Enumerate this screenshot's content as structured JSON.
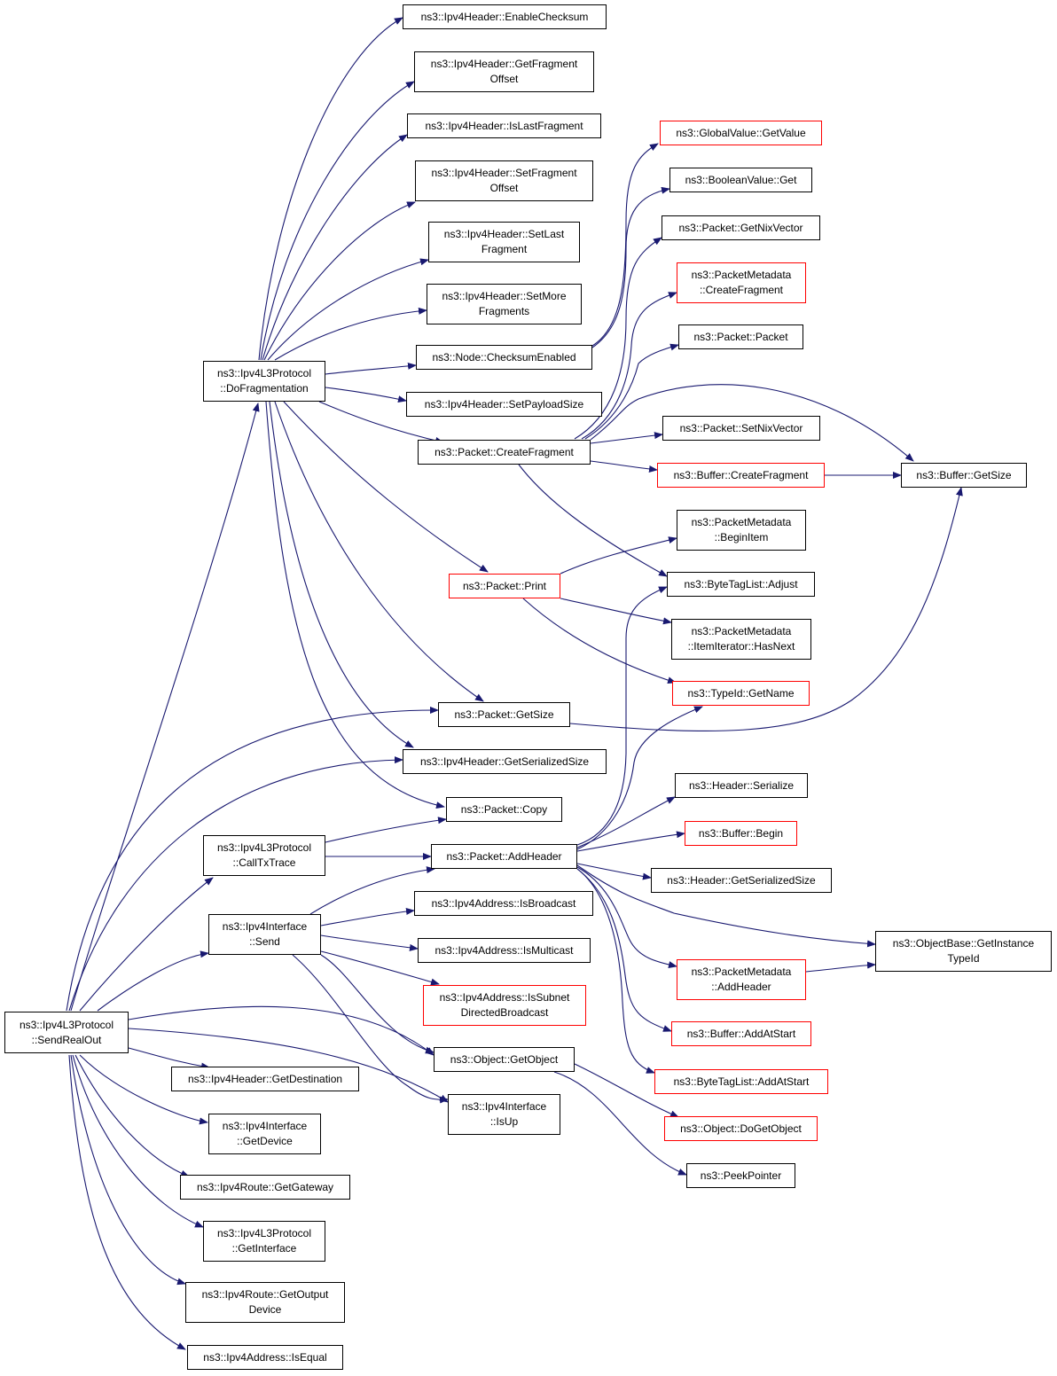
{
  "colors": {
    "edge": "#191970",
    "node_border": "#000000",
    "ext_border": "#ff0000",
    "root_fill": "#bfbfbf"
  },
  "nodes": {
    "root": {
      "label": "ns3::Ipv4L3Protocol\n::SendRealOut",
      "style": "root"
    },
    "dofrag": {
      "label": "ns3::Ipv4L3Protocol\n::DoFragmentation",
      "style": "normal"
    },
    "calltx": {
      "label": "ns3::Ipv4L3Protocol\n::CallTxTrace",
      "style": "normal"
    },
    "ifsend": {
      "label": "ns3::Ipv4Interface\n::Send",
      "style": "normal"
    },
    "getdest": {
      "label": "ns3::Ipv4Header::GetDestination",
      "style": "normal"
    },
    "getdev": {
      "label": "ns3::Ipv4Interface\n::GetDevice",
      "style": "normal"
    },
    "getgw": {
      "label": "ns3::Ipv4Route::GetGateway",
      "style": "normal"
    },
    "getif": {
      "label": "ns3::Ipv4L3Protocol\n::GetInterface",
      "style": "normal"
    },
    "getoutdev": {
      "label": "ns3::Ipv4Route::GetOutput\nDevice",
      "style": "normal"
    },
    "isequal": {
      "label": "ns3::Ipv4Address::IsEqual",
      "style": "normal"
    },
    "enchk": {
      "label": "ns3::Ipv4Header::EnableChecksum",
      "style": "normal"
    },
    "getfragoff": {
      "label": "ns3::Ipv4Header::GetFragment\nOffset",
      "style": "normal"
    },
    "islast": {
      "label": "ns3::Ipv4Header::IsLastFragment",
      "style": "normal"
    },
    "setfragoff": {
      "label": "ns3::Ipv4Header::SetFragment\nOffset",
      "style": "normal"
    },
    "setlast": {
      "label": "ns3::Ipv4Header::SetLast\nFragment",
      "style": "normal"
    },
    "setmore": {
      "label": "ns3::Ipv4Header::SetMore\nFragments",
      "style": "normal"
    },
    "chkenabled": {
      "label": "ns3::Node::ChecksumEnabled",
      "style": "normal"
    },
    "setpayload": {
      "label": "ns3::Ipv4Header::SetPayloadSize",
      "style": "normal"
    },
    "createfrag": {
      "label": "ns3::Packet::CreateFragment",
      "style": "normal"
    },
    "print": {
      "label": "ns3::Packet::Print",
      "style": "red"
    },
    "pgetsize": {
      "label": "ns3::Packet::GetSize",
      "style": "normal"
    },
    "getser": {
      "label": "ns3::Ipv4Header::GetSerializedSize",
      "style": "normal"
    },
    "copy": {
      "label": "ns3::Packet::Copy",
      "style": "normal"
    },
    "addheader": {
      "label": "ns3::Packet::AddHeader",
      "style": "normal"
    },
    "isbcast": {
      "label": "ns3::Ipv4Address::IsBroadcast",
      "style": "normal"
    },
    "ismcast": {
      "label": "ns3::Ipv4Address::IsMulticast",
      "style": "normal"
    },
    "issubnet": {
      "label": "ns3::Ipv4Address::IsSubnet\nDirectedBroadcast",
      "style": "red"
    },
    "getobject": {
      "label": "ns3::Object::GetObject",
      "style": "normal"
    },
    "isup": {
      "label": "ns3::Ipv4Interface\n::IsUp",
      "style": "normal"
    },
    "gvgetvalue": {
      "label": "ns3::GlobalValue::GetValue",
      "style": "red"
    },
    "boolget": {
      "label": "ns3::BooleanValue::Get",
      "style": "normal"
    },
    "getnix": {
      "label": "ns3::Packet::GetNixVector",
      "style": "normal"
    },
    "pmcreatefrag": {
      "label": "ns3::PacketMetadata\n::CreateFragment",
      "style": "red"
    },
    "packetctor": {
      "label": "ns3::Packet::Packet",
      "style": "normal"
    },
    "setnix": {
      "label": "ns3::Packet::SetNixVector",
      "style": "normal"
    },
    "bufcreatefrag": {
      "label": "ns3::Buffer::CreateFragment",
      "style": "red"
    },
    "bufgetsize": {
      "label": "ns3::Buffer::GetSize",
      "style": "normal"
    },
    "beginitem": {
      "label": "ns3::PacketMetadata\n::BeginItem",
      "style": "normal"
    },
    "adjust": {
      "label": "ns3::ByteTagList::Adjust",
      "style": "normal"
    },
    "hasnext": {
      "label": "ns3::PacketMetadata\n::ItemIterator::HasNext",
      "style": "normal"
    },
    "getname": {
      "label": "ns3::TypeId::GetName",
      "style": "red"
    },
    "hserialize": {
      "label": "ns3::Header::Serialize",
      "style": "normal"
    },
    "bufbegin": {
      "label": "ns3::Buffer::Begin",
      "style": "red"
    },
    "hgetser": {
      "label": "ns3::Header::GetSerializedSize",
      "style": "normal"
    },
    "getinsttype": {
      "label": "ns3::ObjectBase::GetInstance\nTypeId",
      "style": "normal"
    },
    "pmaddheader": {
      "label": "ns3::PacketMetadata\n::AddHeader",
      "style": "red"
    },
    "bufaddstart": {
      "label": "ns3::Buffer::AddAtStart",
      "style": "red"
    },
    "btladdstart": {
      "label": "ns3::ByteTagList::AddAtStart",
      "style": "red"
    },
    "dogetobject": {
      "label": "ns3::Object::DoGetObject",
      "style": "red"
    },
    "peekptr": {
      "label": "ns3::PeekPointer",
      "style": "normal"
    }
  }
}
